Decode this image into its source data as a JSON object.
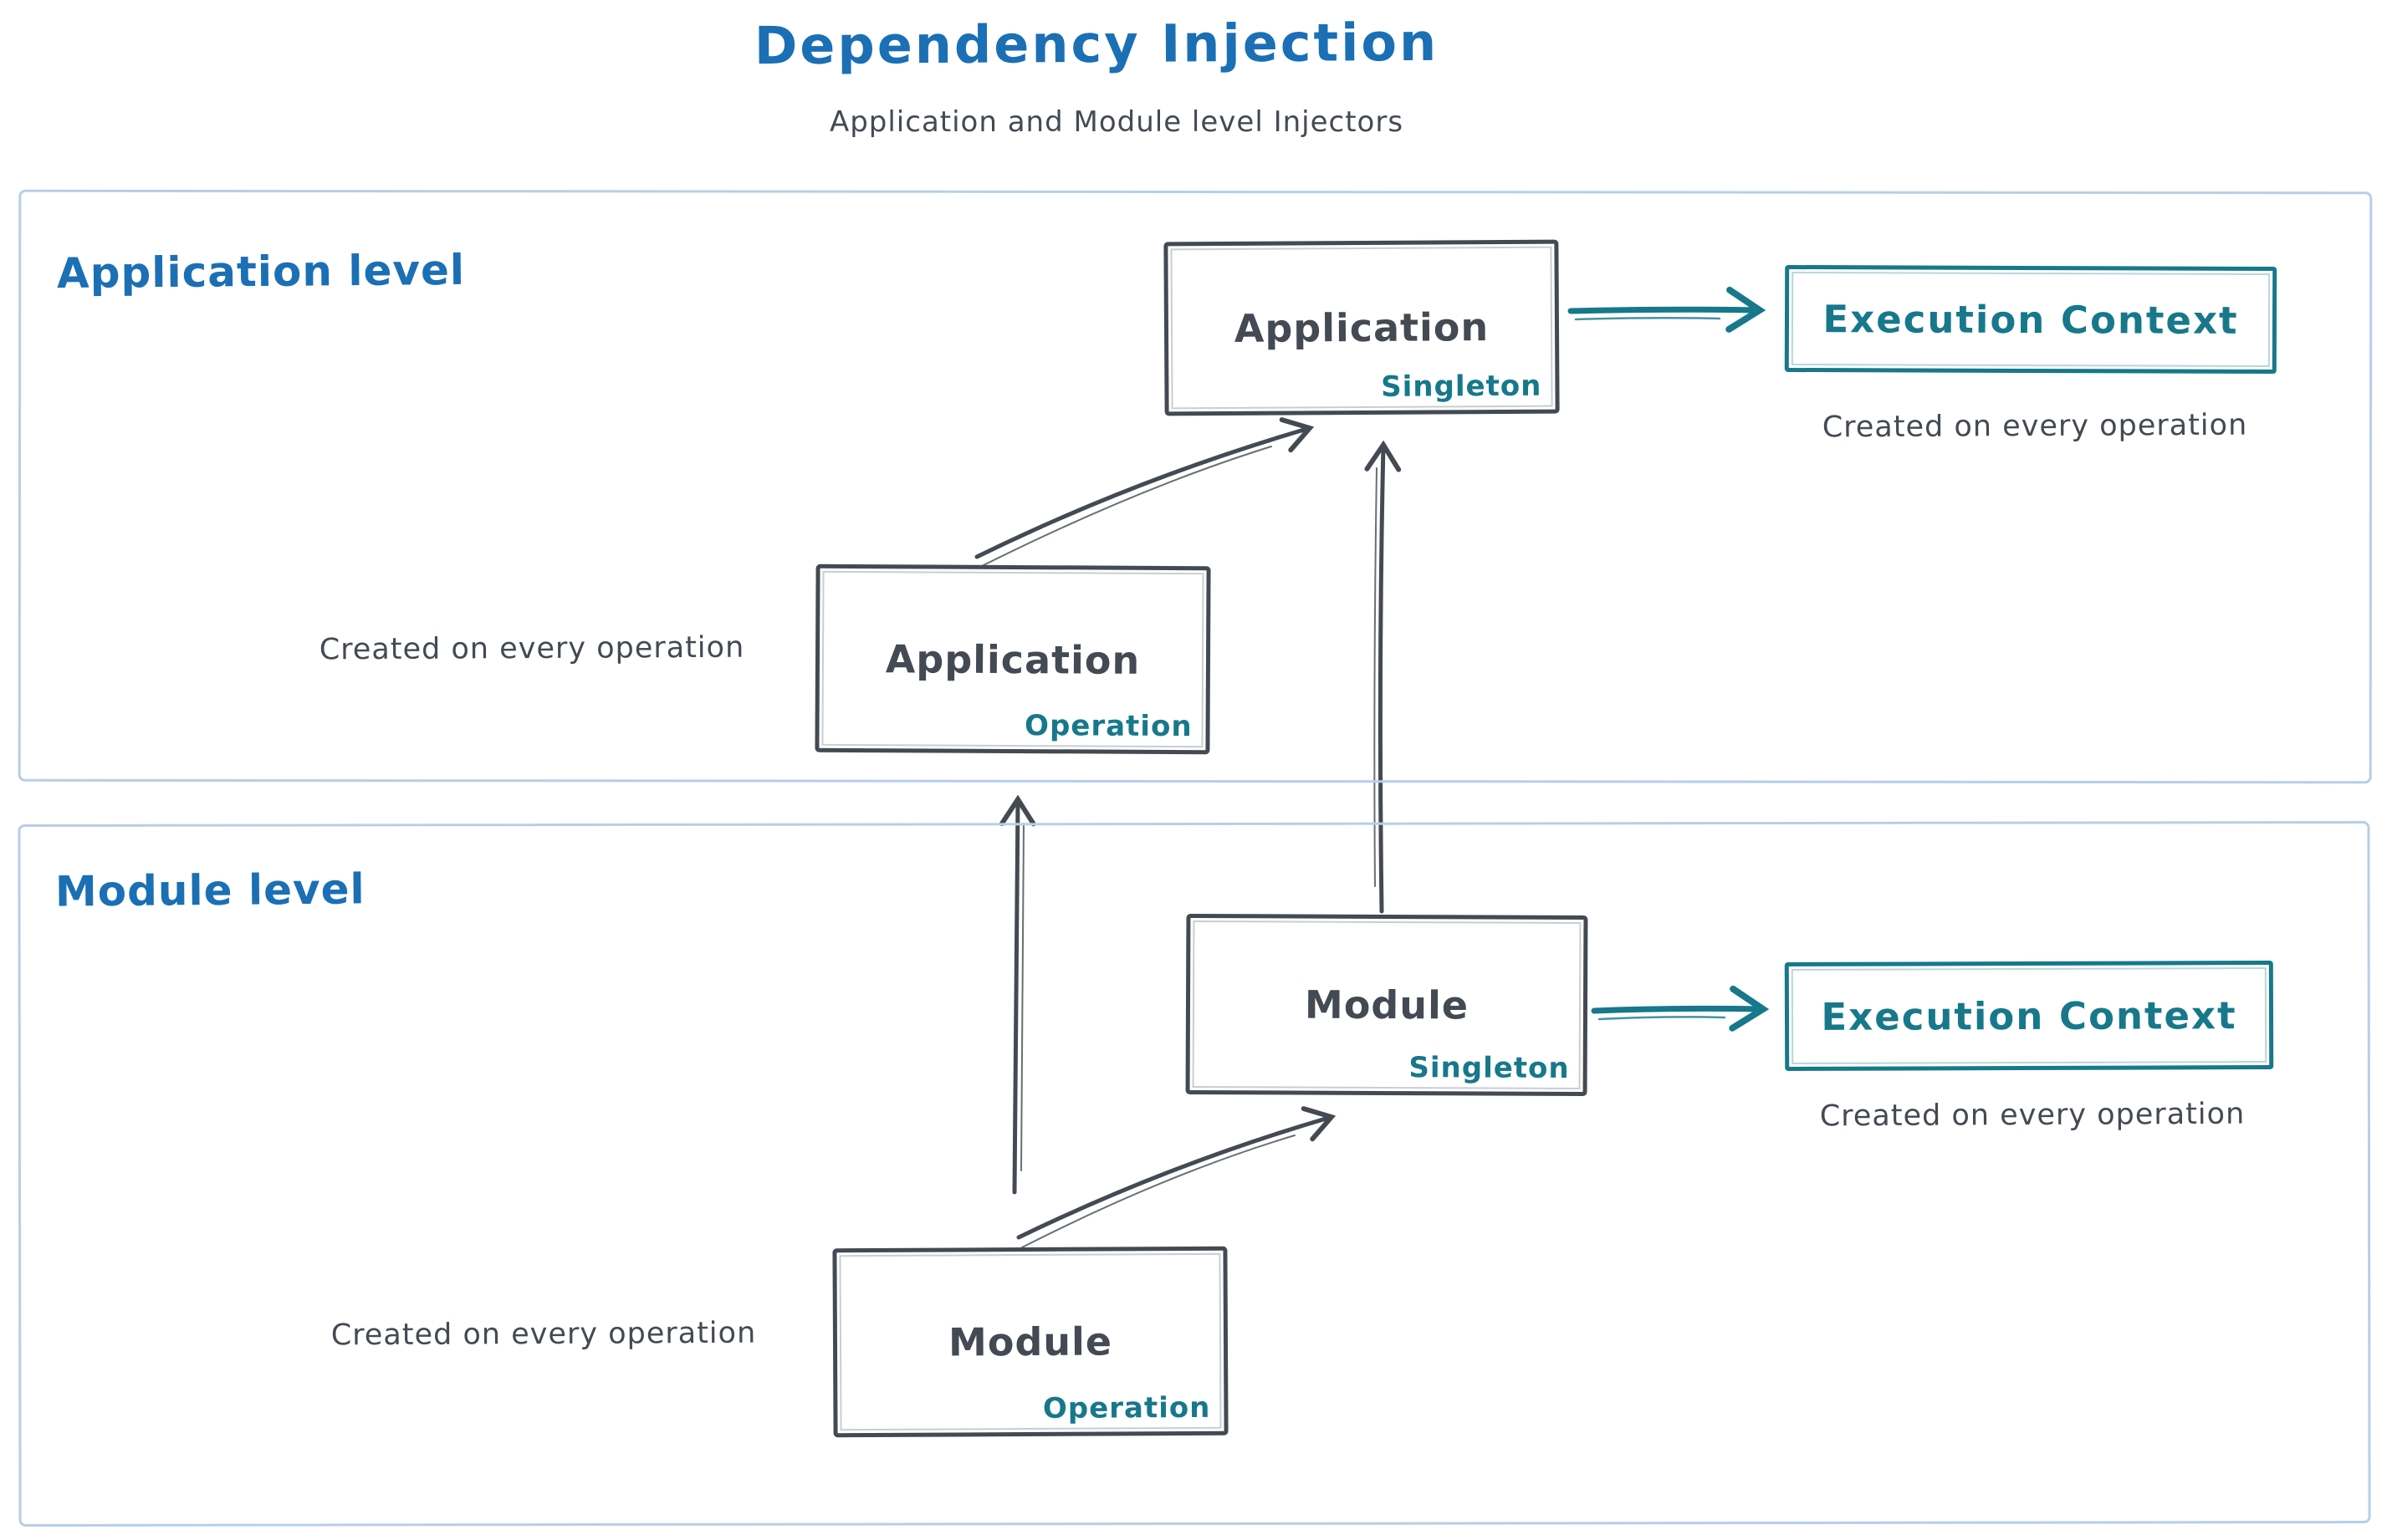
{
  "header": {
    "title": "Dependency Injection",
    "subtitle": "Application and Module level Injectors"
  },
  "colors": {
    "blue": "#1b6fb5",
    "teal": "#17788b",
    "ink": "#434a53",
    "frame": "#b6cfe9",
    "background": "#ffffff"
  },
  "application_level": {
    "label": "Application level",
    "singleton_box": {
      "title": "Application",
      "tag": "Singleton"
    },
    "operation_box": {
      "title": "Application",
      "tag": "Operation",
      "note": "Created on every operation"
    },
    "execution_context": {
      "label": "Execution Context",
      "note": "Created on every operation"
    }
  },
  "module_level": {
    "label": "Module level",
    "singleton_box": {
      "title": "Module",
      "tag": "Singleton"
    },
    "operation_box": {
      "title": "Module",
      "tag": "Operation",
      "note": "Created on every operation"
    },
    "execution_context": {
      "label": "Execution Context",
      "note": "Created on every operation"
    }
  }
}
